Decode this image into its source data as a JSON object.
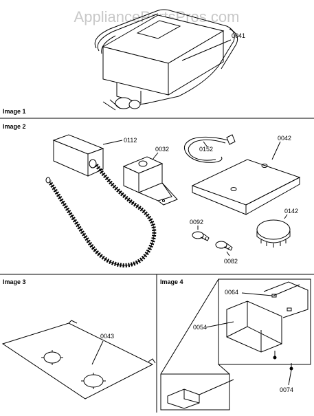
{
  "watermark": "AppliancePartsPros.com",
  "panels": [
    {
      "label": "Image 1",
      "parts": [
        "0041"
      ]
    },
    {
      "label": "Image 2",
      "parts": [
        "0112",
        "0032",
        "0152",
        "0042",
        "0092",
        "0142",
        "0082"
      ]
    },
    {
      "label": "Image 3",
      "parts": [
        "0043"
      ]
    },
    {
      "label": "Image 4",
      "parts": [
        "0064",
        "0054",
        "0074"
      ]
    }
  ]
}
